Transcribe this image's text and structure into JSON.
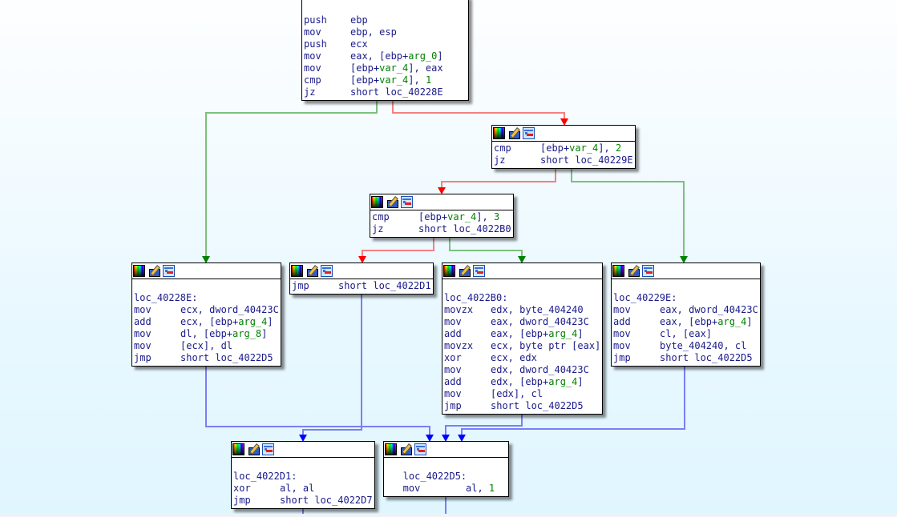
{
  "view": "IDA graph view",
  "colors": {
    "true_edge": "#008000",
    "false_edge": "#ff0000",
    "jump_edge": "#0000ff",
    "text": "#1a1a8a",
    "operand_var": "#008000"
  },
  "node_icons": [
    "color-palette-icon",
    "edit-node-icon",
    "graph-node-icon"
  ],
  "nodes": [
    {
      "id": "entry",
      "label": "",
      "lines": [
        {
          "m": "push",
          "o": "ebp"
        },
        {
          "m": "mov",
          "o": "ebp, esp"
        },
        {
          "m": "push",
          "o": "ecx"
        },
        {
          "m": "mov",
          "pre": "eax, [ebp+",
          "var": "arg_0",
          "post": "]"
        },
        {
          "m": "mov",
          "pre": "[ebp+",
          "var": "var_4",
          "post": "], eax"
        },
        {
          "m": "cmp",
          "pre": "[ebp+",
          "var": "var_4",
          "post": "], ",
          "num": "1"
        },
        {
          "m": "jz",
          "o": "short loc_40228E"
        }
      ]
    },
    {
      "id": "cmp2",
      "label": "",
      "lines": [
        {
          "m": "cmp",
          "pre": "[ebp+",
          "var": "var_4",
          "post": "], ",
          "num": "2"
        },
        {
          "m": "jz",
          "o": "short loc_40229E"
        }
      ]
    },
    {
      "id": "cmp3",
      "label": "",
      "lines": [
        {
          "m": "cmp",
          "pre": "[ebp+",
          "var": "var_4",
          "post": "], ",
          "num": "3"
        },
        {
          "m": "jz",
          "o": "short loc_4022B0"
        }
      ]
    },
    {
      "id": "loc_40228E",
      "label": "loc_40228E:",
      "lines": [
        {
          "m": "mov",
          "o": "ecx, dword_40423C"
        },
        {
          "m": "add",
          "pre": "ecx, [ebp+",
          "var": "arg_4",
          "post": "]"
        },
        {
          "m": "mov",
          "pre": "dl, [ebp+",
          "var": "arg_8",
          "post": "]"
        },
        {
          "m": "mov",
          "o": "[ecx], dl"
        },
        {
          "m": "jmp",
          "o": "short loc_4022D5"
        }
      ]
    },
    {
      "id": "jmp_d1",
      "label": "",
      "lines": [
        {
          "m": "jmp",
          "o": "short loc_4022D1"
        }
      ]
    },
    {
      "id": "loc_4022B0",
      "label": "loc_4022B0:",
      "lines": [
        {
          "m": "movzx",
          "o": "edx, byte_404240"
        },
        {
          "m": "mov",
          "o": "eax, dword_40423C"
        },
        {
          "m": "add",
          "pre": "eax, [ebp+",
          "var": "arg_4",
          "post": "]"
        },
        {
          "m": "movzx",
          "o": "ecx, byte ptr [eax]"
        },
        {
          "m": "xor",
          "o": "ecx, edx"
        },
        {
          "m": "mov",
          "o": "edx, dword_40423C"
        },
        {
          "m": "add",
          "pre": "edx, [ebp+",
          "var": "arg_4",
          "post": "]"
        },
        {
          "m": "mov",
          "o": "[edx], cl"
        },
        {
          "m": "jmp",
          "o": "short loc_4022D5"
        }
      ]
    },
    {
      "id": "loc_40229E",
      "label": "loc_40229E:",
      "lines": [
        {
          "m": "mov",
          "o": "eax, dword_40423C"
        },
        {
          "m": "add",
          "pre": "eax, [ebp+",
          "var": "arg_4",
          "post": "]"
        },
        {
          "m": "mov",
          "o": "cl, [eax]"
        },
        {
          "m": "mov",
          "o": "byte_404240, cl"
        },
        {
          "m": "jmp",
          "o": "short loc_4022D5"
        }
      ]
    },
    {
      "id": "loc_4022D1",
      "label": "loc_4022D1:",
      "lines": [
        {
          "m": "xor",
          "o": "al, al"
        },
        {
          "m": "jmp",
          "o": "short loc_4022D7"
        }
      ]
    },
    {
      "id": "loc_4022D5",
      "label": "   loc_4022D5:",
      "lines": [
        {
          "m": "   mov",
          "pre": "al, ",
          "num": "1"
        }
      ]
    }
  ],
  "edges": [
    {
      "from": "entry",
      "to": "loc_40228E",
      "type": "true"
    },
    {
      "from": "entry",
      "to": "cmp2",
      "type": "false"
    },
    {
      "from": "cmp2",
      "to": "cmp3",
      "type": "false"
    },
    {
      "from": "cmp2",
      "to": "loc_40229E",
      "type": "true"
    },
    {
      "from": "cmp3",
      "to": "jmp_d1",
      "type": "false"
    },
    {
      "from": "cmp3",
      "to": "loc_4022B0",
      "type": "true"
    },
    {
      "from": "loc_40228E",
      "to": "loc_4022D5",
      "type": "jump"
    },
    {
      "from": "jmp_d1",
      "to": "loc_4022D1",
      "type": "jump"
    },
    {
      "from": "loc_4022B0",
      "to": "loc_4022D5",
      "type": "jump"
    },
    {
      "from": "loc_40229E",
      "to": "loc_4022D5",
      "type": "jump"
    }
  ]
}
